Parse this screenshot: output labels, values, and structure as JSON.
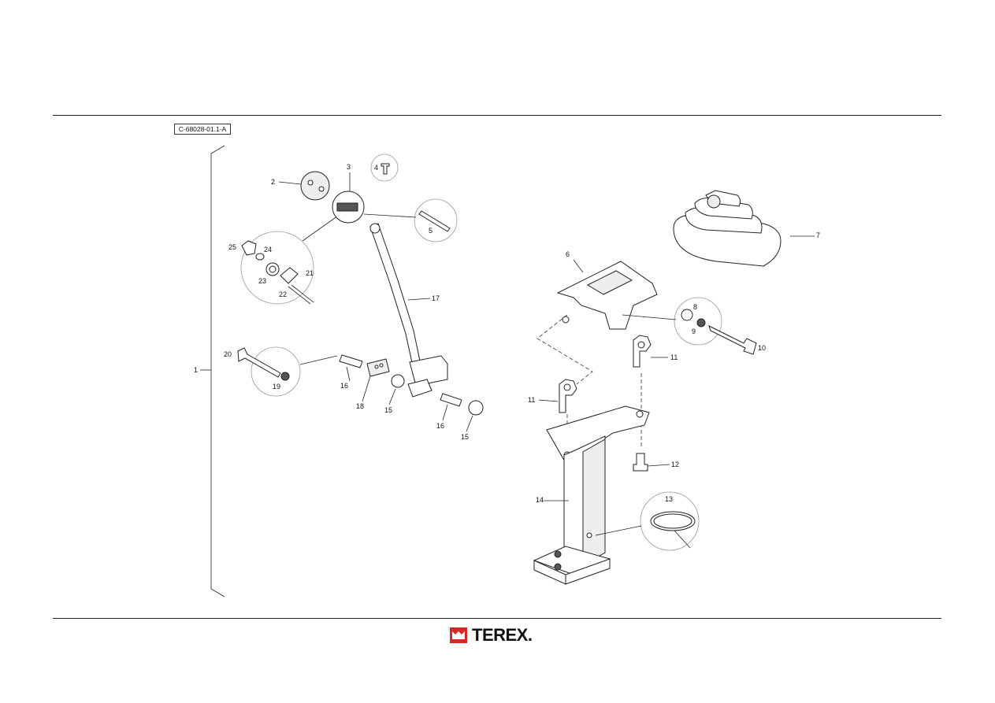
{
  "drawing_id": "C-68028-01.1-A",
  "brand": "TEREX",
  "brand_suffix": ".",
  "colors": {
    "brand_red": "#d42a25",
    "line": "#222222"
  },
  "callouts": {
    "c1": "1",
    "c2": "2",
    "c3": "3",
    "c4": "4",
    "c5": "5",
    "c6": "6",
    "c7": "7",
    "c8": "8",
    "c9": "9",
    "c10": "10",
    "c11a": "11",
    "c11b": "11",
    "c12": "12",
    "c13": "13",
    "c14": "14",
    "c15a": "15",
    "c15b": "15",
    "c16a": "16",
    "c16b": "16",
    "c17": "17",
    "c18": "18",
    "c19": "19",
    "c20": "20",
    "c21": "21",
    "c22": "22",
    "c23": "23",
    "c24": "24",
    "c25": "25"
  }
}
